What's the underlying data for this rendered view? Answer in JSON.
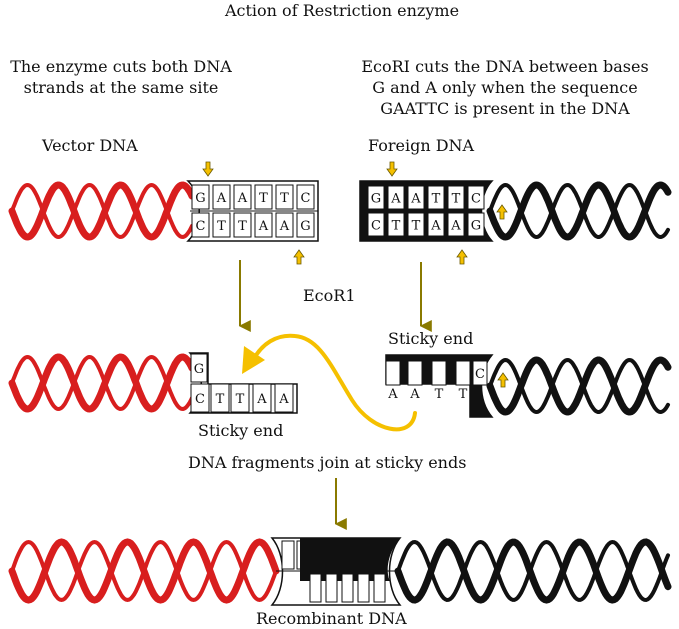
{
  "title": "Action of Restriction enzyme",
  "left_note": [
    "The enzyme cuts both DNA",
    "strands at the same site"
  ],
  "right_note": [
    "EcoRI cuts the DNA between bases",
    "G and A only when the sequence",
    "GAATTC is present in the DNA"
  ],
  "labels": {
    "vector": "Vector DNA",
    "foreign": "Foreign DNA",
    "enzyme": "EcoR1",
    "sticky_left": "Sticky end",
    "sticky_right": "Sticky end",
    "join": "DNA fragments join at sticky ends",
    "recombinant": "Recombinant DNA"
  },
  "vector_top": [
    "G",
    "A",
    "A",
    "T",
    "T",
    "C"
  ],
  "vector_bottom": [
    "C",
    "T",
    "T",
    "A",
    "A",
    "G"
  ],
  "foreign_top": [
    "G",
    "A",
    "A",
    "T",
    "T",
    "C"
  ],
  "foreign_bottom": [
    "C",
    "T",
    "T",
    "A",
    "A",
    "G"
  ],
  "sticky_left_bases": [
    "G",
    "C",
    "T",
    "T",
    "A",
    "A"
  ],
  "sticky_right_bases": [
    "A",
    "A",
    "T",
    "T",
    "C"
  ],
  "colors": {
    "vector_helix": "#d81e1e",
    "foreign_helix": "#111111",
    "arrow_yellow": "#f5c000",
    "arrow_olive": "#8a7a00"
  }
}
